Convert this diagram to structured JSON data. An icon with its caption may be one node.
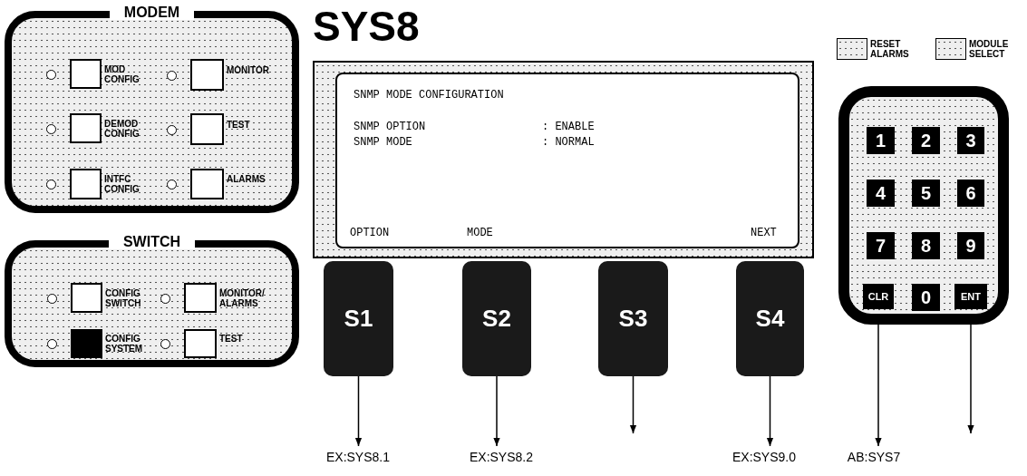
{
  "diagram": {
    "title": "SYS8",
    "nodes": [
      {
        "text": [
          "MODEM"
        ]
      },
      {
        "text": [],
        "shape": "box",
        "beside": [
          "MOD CONFIG"
        ],
        "in": 0
      },
      {
        "text": [],
        "shape": "box",
        "beside": [
          "MONITOR"
        ],
        "in": 0
      },
      {
        "text": [],
        "shape": "box",
        "beside": [
          "DEMOD CONFIG"
        ],
        "in": 0
      },
      {
        "text": [],
        "shape": "box",
        "beside": [
          "TEST"
        ],
        "in": 0
      },
      {
        "text": [],
        "shape": "box",
        "beside": [
          "INTFC CONFIG"
        ],
        "in": 0
      },
      {
        "text": [],
        "shape": "box",
        "beside": [
          "ALARMS"
        ],
        "in": 0
      },
      {
        "text": [
          "SWITCH"
        ]
      },
      {
        "text": [],
        "shape": "box",
        "beside": [
          "CONFIG SWITCH"
        ],
        "in": 7
      },
      {
        "text": [],
        "shape": "box",
        "beside": [
          "MONITOR/ ALARMS"
        ],
        "in": 7
      },
      {
        "text": [],
        "shape": "box",
        "beside": [
          "CONFIG SYSTEM"
        ],
        "in": 7
      },
      {
        "text": [],
        "shape": "box",
        "beside": [
          "TEST"
        ],
        "in": 7
      },
      {
        "text": [
          "SNMP MODE CONFIGURATION",
          "SNMP OPTION",
          ": ENABLE",
          "SNMP MODE",
          ": NORMAL",
          "OPTION",
          "MODE",
          "NEXT"
        ]
      },
      {
        "text": [
          "S1"
        ]
      },
      {
        "text": [
          "S2"
        ]
      },
      {
        "text": [
          "S3"
        ]
      },
      {
        "text": [
          "S4"
        ]
      },
      {
        "text": [],
        "shape": "box",
        "beside": [
          "RESET ALARMS"
        ]
      },
      {
        "text": [],
        "shape": "box",
        "beside": [
          "MODULE SELECT"
        ]
      },
      {
        "text": [],
        "shape": "box"
      },
      {
        "text": [
          "1"
        ],
        "in": 19
      },
      {
        "text": [
          "2"
        ],
        "in": 19
      },
      {
        "text": [
          "3"
        ],
        "in": 19
      },
      {
        "text": [
          "4"
        ],
        "in": 19
      },
      {
        "text": [
          "5"
        ],
        "in": 19
      },
      {
        "text": [
          "6"
        ],
        "in": 19
      },
      {
        "text": [
          "7"
        ],
        "in": 19
      },
      {
        "text": [
          "8"
        ],
        "in": 19
      },
      {
        "text": [
          "9"
        ],
        "in": 19
      },
      {
        "text": [
          "CLR"
        ],
        "in": 19
      },
      {
        "text": [
          "0"
        ],
        "in": 19
      },
      {
        "text": [
          "ENT"
        ],
        "in": 19
      },
      {
        "text": [
          "EX:SYS8.1"
        ]
      },
      {
        "text": [
          "EX:SYS8.2"
        ]
      },
      {
        "text": [
          "EX:SYS9.0"
        ]
      },
      {
        "text": [
          "AB:SYS7"
        ]
      }
    ],
    "edges": [
      {
        "from": 13,
        "to": 32,
        "arrow": "to"
      },
      {
        "from": 14,
        "to": 33,
        "arrow": "to"
      },
      {
        "from": 15,
        "to": null,
        "arrow": "to"
      },
      {
        "from": 16,
        "to": 34,
        "arrow": "to"
      },
      {
        "from": 29,
        "to": 35,
        "arrow": "to"
      },
      {
        "from": 31,
        "to": null,
        "arrow": "to"
      }
    ]
  }
}
